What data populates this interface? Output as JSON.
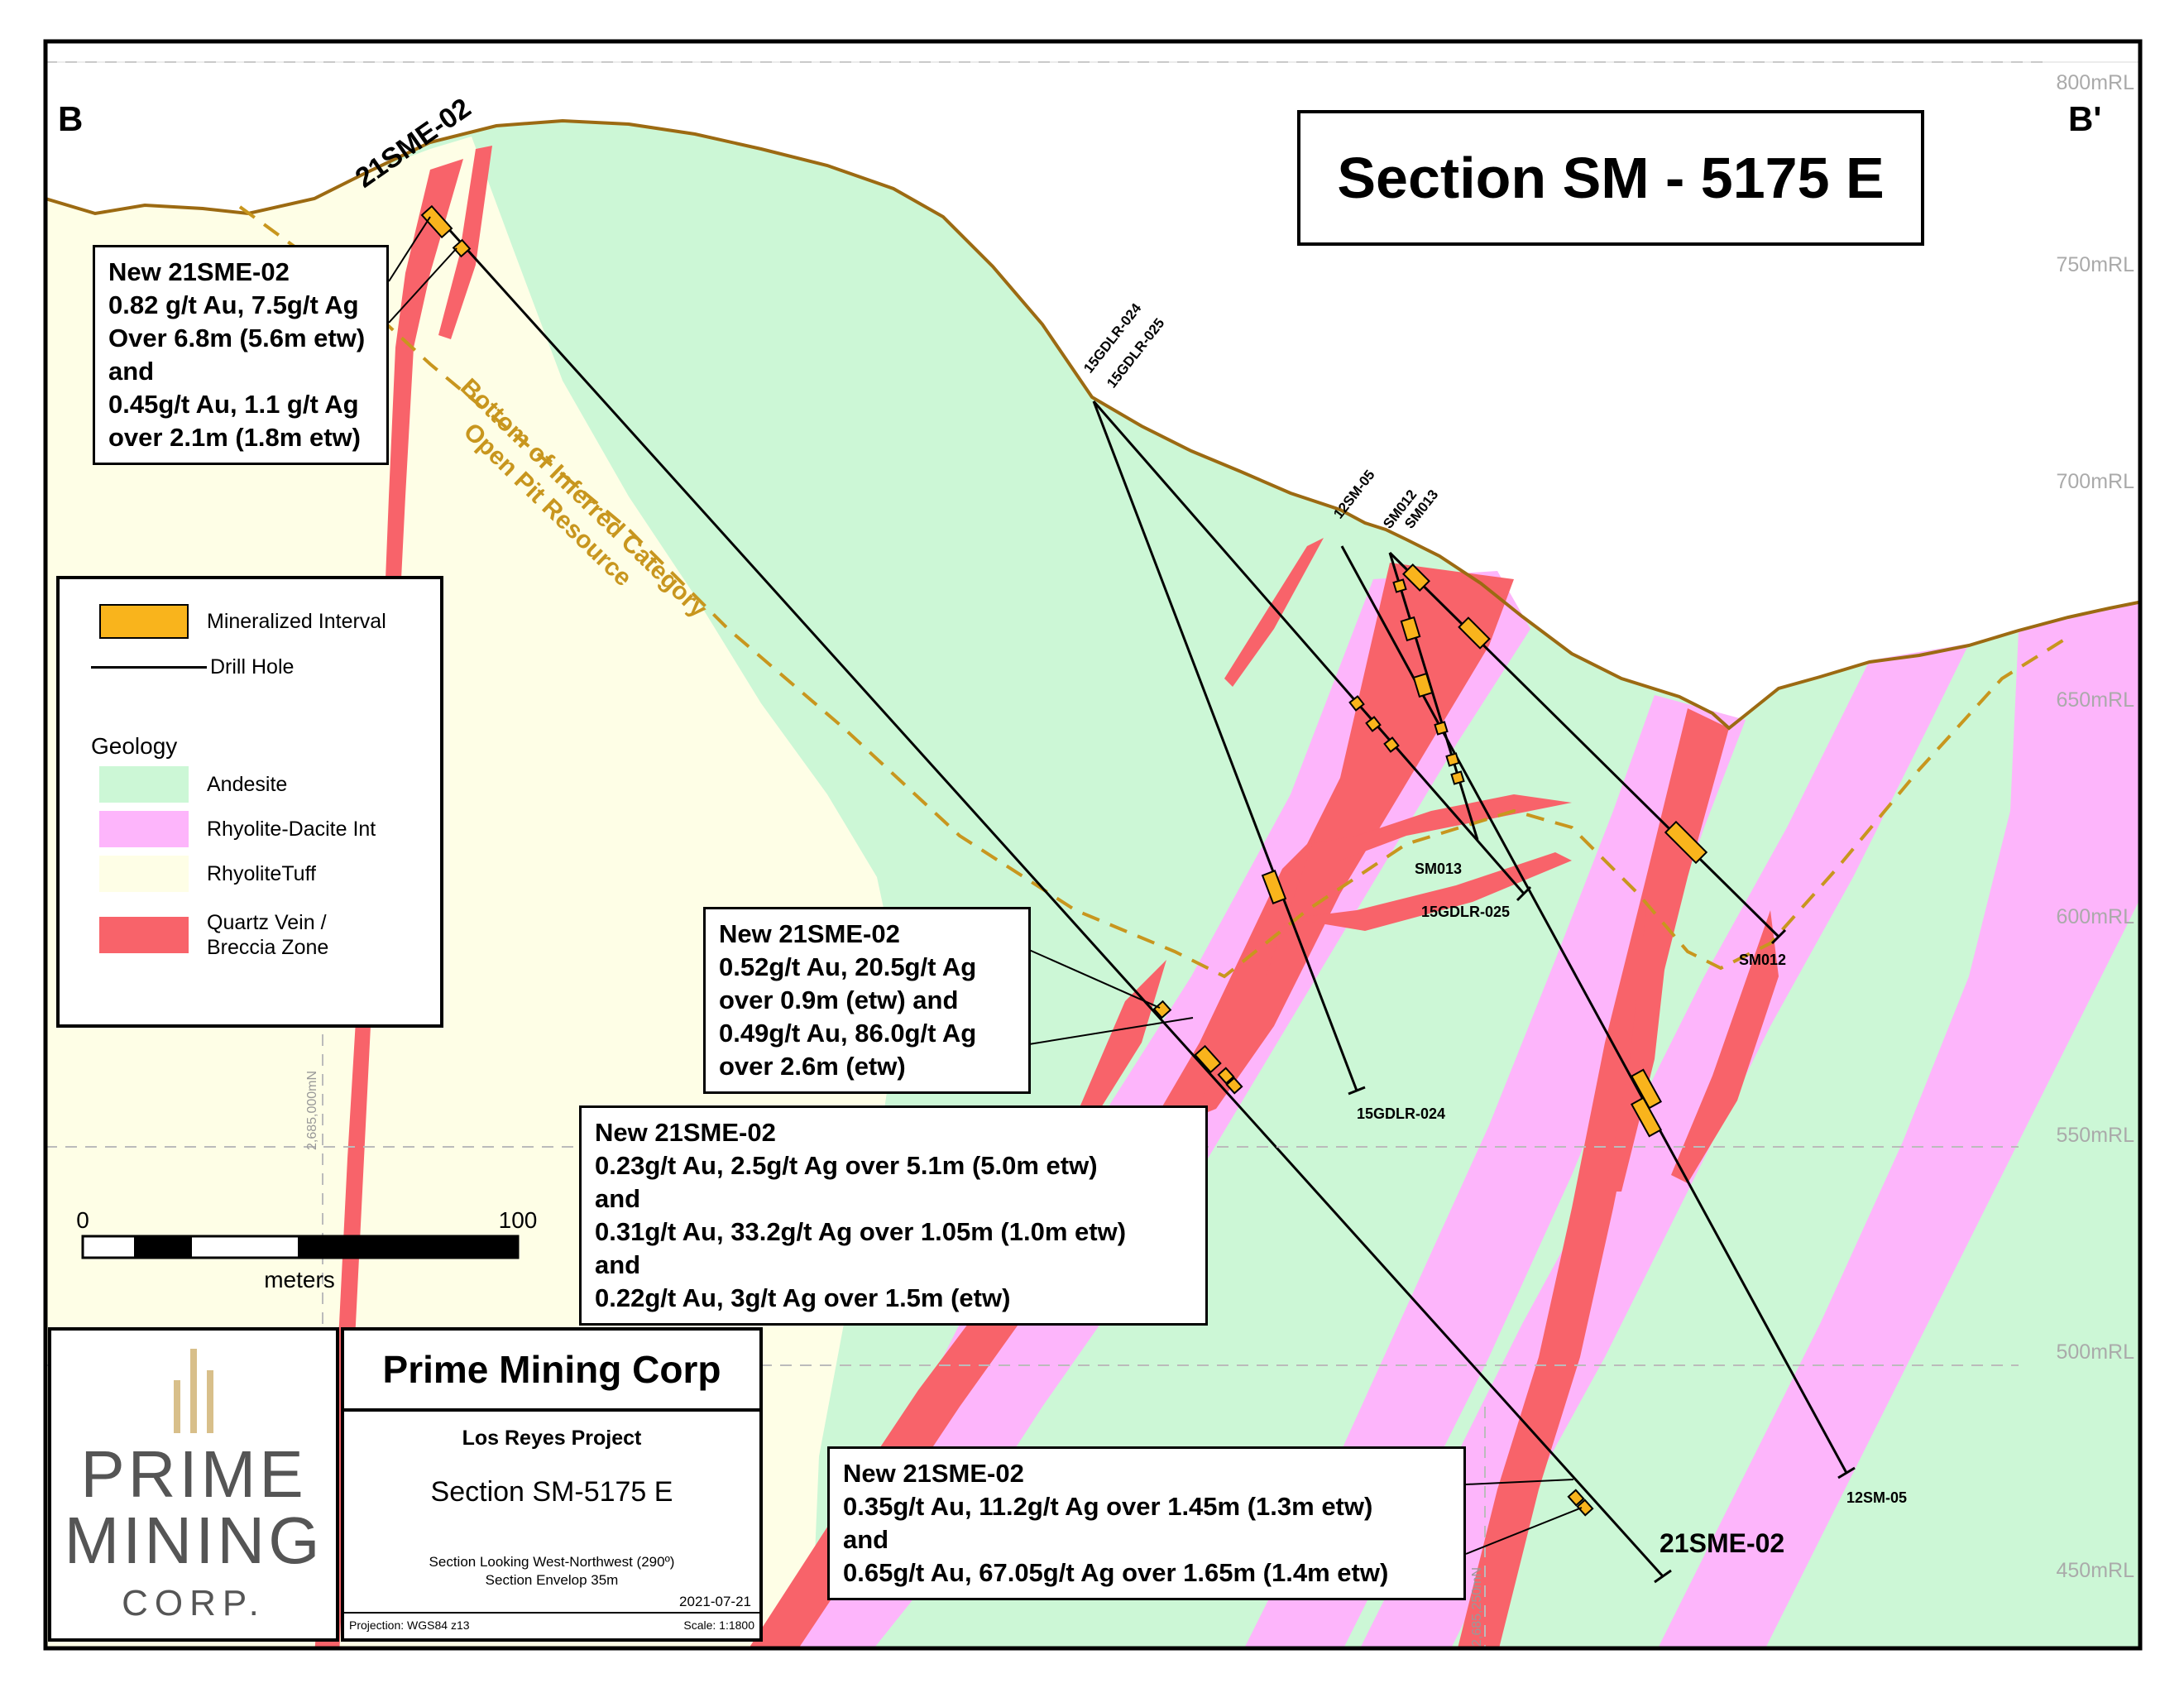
{
  "section_title": "Section SM - 5175 E",
  "section_ends": {
    "left": "B",
    "right": "B'"
  },
  "elevation_labels": [
    "800mRL",
    "750mRL",
    "700mRL",
    "650mRL",
    "600mRL",
    "550mRL",
    "500mRL",
    "450mRL"
  ],
  "northing_labels": [
    "2,685,000mN",
    "2,685,250mN"
  ],
  "pit_label": [
    "Bottom of Inferred Category",
    "Open Pit Resource"
  ],
  "drill_holes": {
    "21SME-02": "21SME-02",
    "15GDLR-024": "15GDLR-024",
    "15GDLR-025": "15GDLR-025",
    "12SM-05": "12SM-05",
    "SM012": "SM012",
    "SM013": "SM013"
  },
  "legend": {
    "mineralized": "Mineralized Interval",
    "drill_hole": "Drill Hole",
    "geology_heading": "Geology",
    "andesite": "Andesite",
    "rhyolite_dacite": "Rhyolite-Dacite Int",
    "rhyolite_tuff": "RhyoliteTuff",
    "quartz_vein_1": "Quartz Vein /",
    "quartz_vein_2": "Breccia Zone"
  },
  "colors": {
    "andesite": "#ccf7d6",
    "rhyolite_dacite": "#fdb5fb",
    "rhyolite_tuff": "#fefee6",
    "quartz_vein": "#f8636a",
    "mineralized": "#f9b41c",
    "topo": "#9c6a12",
    "pit_line": "#c8961e"
  },
  "scale_bar": {
    "start": "0",
    "end": "100",
    "unit": "meters"
  },
  "callouts": {
    "top": [
      "New 21SME-02",
      "0.82 g/t Au, 7.5g/t Ag",
      "Over 6.8m (5.6m etw)",
      "and",
      "0.45g/t Au, 1.1 g/t Ag",
      "over 2.1m (1.8m etw)"
    ],
    "mid": [
      "New 21SME-02",
      "0.52g/t Au, 20.5g/t Ag",
      "over 0.9m (etw) and",
      "0.49g/t Au, 86.0g/t Ag",
      "over 2.6m (etw)"
    ],
    "lower": [
      "New 21SME-02",
      "0.23g/t Au, 2.5g/t Ag over 5.1m (5.0m etw)",
      "and",
      "0.31g/t Au, 33.2g/t Ag over 1.05m (1.0m etw)",
      "and",
      "0.22g/t Au, 3g/t Ag over 1.5m (etw)"
    ],
    "bottom": [
      "New 21SME-02",
      "0.35g/t Au, 11.2g/t Ag over 1.45m (1.3m etw)",
      "and",
      "0.65g/t Au, 67.05g/t Ag over 1.65m (1.4m etw)"
    ]
  },
  "logo": {
    "line1": "PRIME",
    "line2": "MINING",
    "line3": "CORP."
  },
  "title_block": {
    "company": "Prime Mining Corp",
    "project": "Los Reyes Project",
    "section": "Section SM-5175 E",
    "note1": "Section Looking West-Northwest (290º)",
    "note2": "Section Envelop 35m",
    "date": "2021-07-21",
    "projection": "Projection: WGS84 z13",
    "scale": "Scale: 1:1800"
  }
}
